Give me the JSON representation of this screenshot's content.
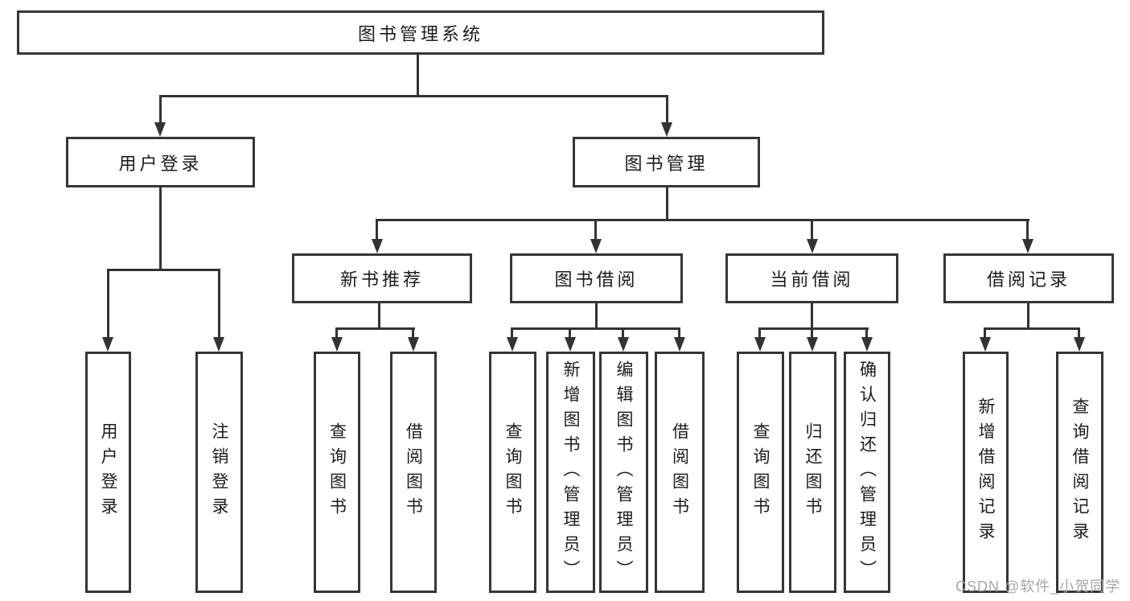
{
  "diagram": {
    "nodes": {
      "root": "图书管理系统",
      "user_login": "用户登录",
      "book_mgmt": "图书管理",
      "login_leaf": "用户登录",
      "logout_leaf": "注销登录",
      "new_book_rec": "新书推荐",
      "book_borrow": "图书借阅",
      "current_borrow": "当前借阅",
      "borrow_records": "借阅记录",
      "nbr_query_books": "查询图书",
      "nbr_borrow_books": "借阅图书",
      "bb_query_books": "查询图书",
      "bb_add_books": "新增图书（管理员）",
      "bb_edit_books": "编辑图书（管理员）",
      "bb_borrow_books": "借阅图书",
      "cb_query_books": "查询图书",
      "cb_return_books": "归还图书",
      "cb_confirm_return": "确认归还（管理员）",
      "br_add_record": "新增借阅记录",
      "br_query_record": "查询借阅记录"
    },
    "colors": {
      "line": "#333333",
      "border": "#363636",
      "text": "#1c1c1c",
      "background": "#ffffff"
    }
  },
  "watermark": {
    "text": "CSDN @软件_小贺同学",
    "color": "#a6a6a6"
  }
}
